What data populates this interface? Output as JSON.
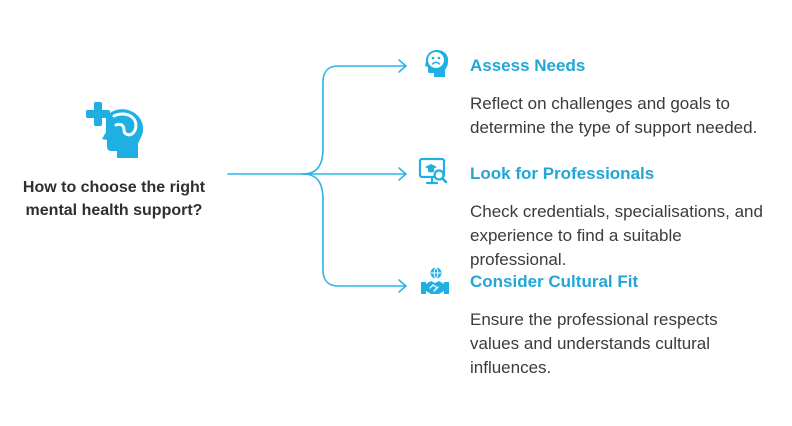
{
  "diagram": {
    "root": {
      "title": "How to choose the right mental health support?",
      "icon": "head-medical-cross-icon"
    },
    "branches": [
      {
        "title": "Assess Needs",
        "description": "Reflect on challenges and goals to determine the type of support needed.",
        "icon": "sad-face-head-icon"
      },
      {
        "title": "Look for Professionals",
        "description": "Check credentials, specialisations, and experience to find a suitable professional.",
        "icon": "monitor-search-icon"
      },
      {
        "title": "Consider Cultural Fit",
        "description": "Ensure the professional respects values and understands cultural influences.",
        "icon": "handshake-globe-icon"
      }
    ],
    "colors": {
      "accent": "#21A6D6",
      "icon_fill": "#1FB0E3",
      "text": "#3B3B3B",
      "title": "#2F2F2F"
    }
  }
}
